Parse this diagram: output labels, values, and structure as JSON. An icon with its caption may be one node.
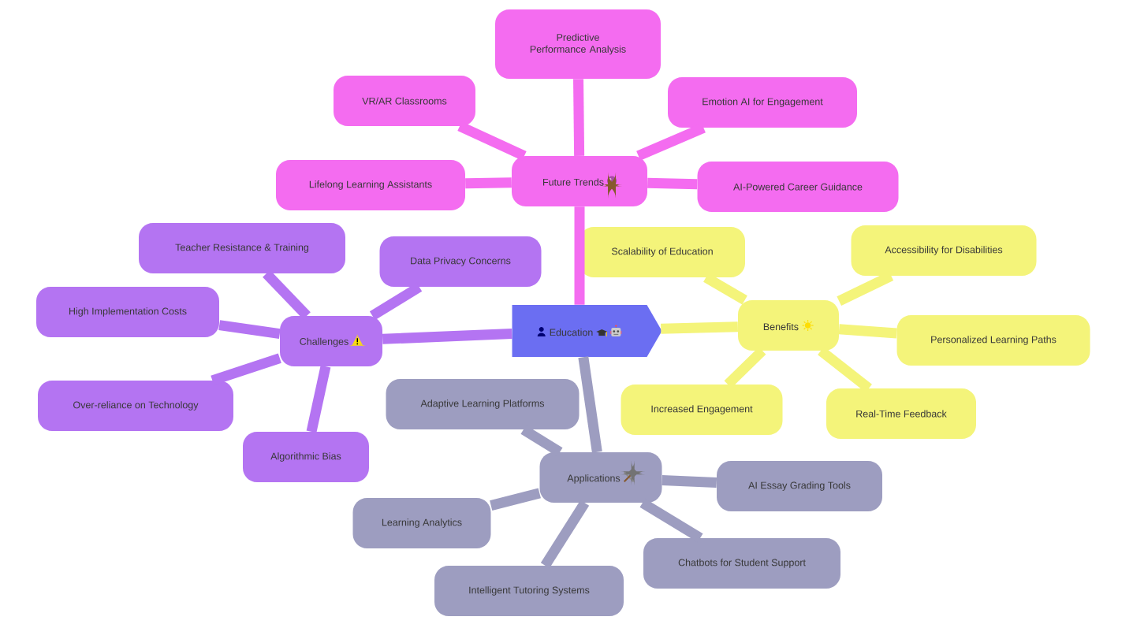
{
  "diagram": {
    "nodes": [
      {
        "text": [
          "Education"
        ]
      },
      {
        "text": [
          "Future Trends"
        ]
      },
      {
        "text": [
          "Predictive Performance Analysis"
        ]
      },
      {
        "text": [
          "VR/AR Classrooms"
        ]
      },
      {
        "text": [
          "Emotion AI for Engagement"
        ]
      },
      {
        "text": [
          "Lifelong Learning Assistants"
        ]
      },
      {
        "text": [
          "AI-Powered Career Guidance"
        ]
      },
      {
        "text": [
          "Benefits"
        ]
      },
      {
        "text": [
          "Scalability of Education"
        ]
      },
      {
        "text": [
          "Accessibility for Disabilities"
        ]
      },
      {
        "text": [
          "Personalized Learning Paths"
        ]
      },
      {
        "text": [
          "Increased Engagement"
        ]
      },
      {
        "text": [
          "Real-Time Feedback"
        ]
      },
      {
        "text": [
          "Challenges"
        ]
      },
      {
        "text": [
          "Teacher Resistance & Training"
        ]
      },
      {
        "text": [
          "Data Privacy Concerns"
        ]
      },
      {
        "text": [
          "High Implementation Costs"
        ]
      },
      {
        "text": [
          "Over-reliance on Technology"
        ]
      },
      {
        "text": [
          "Algorithmic Bias"
        ]
      },
      {
        "text": [
          "Applications"
        ]
      },
      {
        "text": [
          "Adaptive Learning Platforms"
        ]
      },
      {
        "text": [
          "AI Essay Grading Tools"
        ]
      },
      {
        "text": [
          "Learning Analytics"
        ]
      },
      {
        "text": [
          "Chatbots for Student Support"
        ]
      },
      {
        "text": [
          "Intelligent Tutoring Systems"
        ]
      }
    ],
    "edges": [
      {
        "from": 0,
        "to": 1,
        "arrow": "none",
        "color": "#f46cf0"
      },
      {
        "from": 1,
        "to": 2,
        "arrow": "none",
        "color": "#f46cf0"
      },
      {
        "from": 1,
        "to": 3,
        "arrow": "none",
        "color": "#f46cf0"
      },
      {
        "from": 1,
        "to": 4,
        "arrow": "none",
        "color": "#f46cf0"
      },
      {
        "from": 1,
        "to": 5,
        "arrow": "none",
        "color": "#f46cf0"
      },
      {
        "from": 1,
        "to": 6,
        "arrow": "none",
        "color": "#f46cf0"
      },
      {
        "from": 0,
        "to": 7,
        "arrow": "none",
        "color": "#f4f47a"
      },
      {
        "from": 7,
        "to": 8,
        "arrow": "none",
        "color": "#f4f47a"
      },
      {
        "from": 7,
        "to": 9,
        "arrow": "none",
        "color": "#f4f47a"
      },
      {
        "from": 7,
        "to": 10,
        "arrow": "none",
        "color": "#f4f47a"
      },
      {
        "from": 7,
        "to": 11,
        "arrow": "none",
        "color": "#f4f47a"
      },
      {
        "from": 7,
        "to": 12,
        "arrow": "none",
        "color": "#f4f47a"
      },
      {
        "from": 0,
        "to": 13,
        "arrow": "none",
        "color": "#b474f2"
      },
      {
        "from": 13,
        "to": 14,
        "arrow": "none",
        "color": "#b474f2"
      },
      {
        "from": 13,
        "to": 15,
        "arrow": "none",
        "color": "#b474f2"
      },
      {
        "from": 13,
        "to": 16,
        "arrow": "none",
        "color": "#b474f2"
      },
      {
        "from": 13,
        "to": 17,
        "arrow": "none",
        "color": "#b474f2"
      },
      {
        "from": 13,
        "to": 18,
        "arrow": "none",
        "color": "#b474f2"
      },
      {
        "from": 0,
        "to": 19,
        "arrow": "none",
        "color": "#9d9dc0"
      },
      {
        "from": 19,
        "to": 20,
        "arrow": "none",
        "color": "#9d9dc0"
      },
      {
        "from": 19,
        "to": 21,
        "arrow": "none",
        "color": "#9d9dc0"
      },
      {
        "from": 19,
        "to": 22,
        "arrow": "none",
        "color": "#9d9dc0"
      },
      {
        "from": 19,
        "to": 23,
        "arrow": "none",
        "color": "#9d9dc0"
      },
      {
        "from": 19,
        "to": 24,
        "arrow": "none",
        "color": "#9d9dc0"
      }
    ]
  }
}
